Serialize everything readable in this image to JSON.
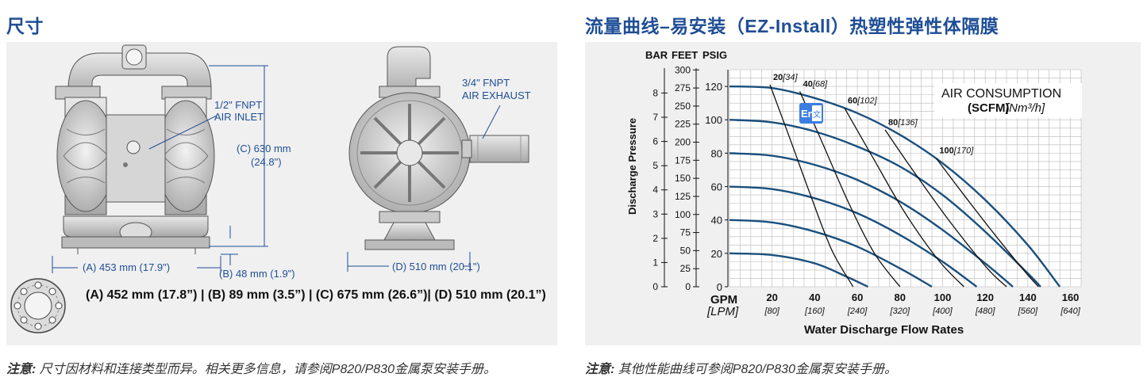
{
  "headings": {
    "left": "尺寸",
    "right": "流量曲线–易安装（EZ-Install）热塑性弹性体隔膜"
  },
  "dimensions": {
    "air_inlet": [
      "1/2\" FNPT",
      "AIR INLET"
    ],
    "air_exhaust": [
      "3/4\" FNPT",
      "AIR EXHAUST"
    ],
    "dim_a": "(A) 453 mm (17.9\")",
    "dim_b": "(B) 48 mm (1.9\")",
    "dim_c": [
      "(C) 630 mm",
      "(24.8\")"
    ],
    "dim_d": "(D) 510 mm (20.1\")",
    "summary": "(A) 452 mm (17.8”) | (B) 89 mm (3.5”) | (C) 675 mm (26.6”)| (D) 510 mm (20.1”)"
  },
  "notes": {
    "left_label": "注意:",
    "left_text": " 尺寸因材料和连接类型而异。相关更多信息，请参阅P820/P830金属泵安装手册。",
    "right_label": "注意:",
    "right_text": " 其他性能曲线可参阅P820/P830金属泵安装手册。"
  },
  "overlay_icon": {
    "name": "en-translate-icon",
    "text": "En",
    "sub": "文"
  },
  "chart_data": {
    "type": "line",
    "axis_headers": {
      "bar": "BAR",
      "feet": "FEET",
      "psig": "PSIG"
    },
    "ylabel": "Discharge Pressure",
    "xlabel": "Water Discharge Flow Rates",
    "x_unit_gpm": "GPM",
    "x_unit_lpm": "[LPM]",
    "x_ticks_gpm": [
      "20",
      "40",
      "60",
      "80",
      "100",
      "120",
      "140",
      "160"
    ],
    "x_ticks_lpm": [
      "[80]",
      "[160]",
      "[240]",
      "[320]",
      "[400]",
      "[480]",
      "[560]",
      "[640]"
    ],
    "bar_ticks": [
      "0",
      "1",
      "2",
      "3",
      "4",
      "5",
      "6",
      "7",
      "8"
    ],
    "feet_ticks": [
      "0",
      "25",
      "50",
      "75",
      "100",
      "125",
      "150",
      "175",
      "200",
      "225",
      "250",
      "275",
      "300"
    ],
    "psig_ticks": [
      "0",
      "20",
      "40",
      "60",
      "80",
      "100",
      "120"
    ],
    "xlim": [
      0,
      165
    ],
    "ylim": [
      0,
      130
    ],
    "grid": true,
    "air_consumption_title": [
      "AIR CONSUMPTION",
      "(SCFM)",
      "[Nm³/h]"
    ],
    "pressure_curves": [
      {
        "psig": 120,
        "points": [
          [
            0,
            120
          ],
          [
            20,
            119
          ],
          [
            40,
            113
          ],
          [
            60,
            104
          ],
          [
            80,
            91
          ],
          [
            100,
            74
          ],
          [
            120,
            52
          ],
          [
            140,
            25
          ],
          [
            155,
            0
          ]
        ]
      },
      {
        "psig": 100,
        "points": [
          [
            0,
            100
          ],
          [
            20,
            98.5
          ],
          [
            40,
            93
          ],
          [
            60,
            84
          ],
          [
            80,
            72
          ],
          [
            100,
            55
          ],
          [
            120,
            33
          ],
          [
            140,
            8
          ],
          [
            146,
            0
          ]
        ]
      },
      {
        "psig": 80,
        "points": [
          [
            0,
            80
          ],
          [
            20,
            78.5
          ],
          [
            40,
            73
          ],
          [
            60,
            64
          ],
          [
            80,
            51
          ],
          [
            100,
            34
          ],
          [
            120,
            14
          ],
          [
            133,
            0
          ]
        ]
      },
      {
        "psig": 60,
        "points": [
          [
            0,
            60
          ],
          [
            20,
            58.5
          ],
          [
            40,
            53
          ],
          [
            60,
            44
          ],
          [
            80,
            31
          ],
          [
            100,
            15
          ],
          [
            116,
            0
          ]
        ]
      },
      {
        "psig": 40,
        "points": [
          [
            0,
            40
          ],
          [
            20,
            38.5
          ],
          [
            40,
            33
          ],
          [
            60,
            24
          ],
          [
            80,
            11
          ],
          [
            95,
            0
          ]
        ]
      },
      {
        "psig": 20,
        "points": [
          [
            0,
            20
          ],
          [
            20,
            19
          ],
          [
            40,
            14
          ],
          [
            55,
            6
          ],
          [
            65,
            0
          ]
        ]
      }
    ],
    "air_curves": [
      {
        "scfm": "20",
        "nm3h": "[34]",
        "points": [
          [
            19,
            121
          ],
          [
            28,
            90
          ],
          [
            38,
            55
          ],
          [
            48,
            22
          ],
          [
            58,
            0
          ]
        ]
      },
      {
        "scfm": "40",
        "nm3h": "[68]",
        "points": [
          [
            33,
            117
          ],
          [
            44,
            85
          ],
          [
            56,
            50
          ],
          [
            68,
            20
          ],
          [
            80,
            0
          ]
        ]
      },
      {
        "scfm": "60",
        "nm3h": "[102]",
        "points": [
          [
            54,
            107
          ],
          [
            67,
            78
          ],
          [
            82,
            45
          ],
          [
            98,
            16
          ],
          [
            110,
            0
          ]
        ]
      },
      {
        "scfm": "80",
        "nm3h": "[136]",
        "points": [
          [
            73,
            94
          ],
          [
            87,
            68
          ],
          [
            104,
            38
          ],
          [
            121,
            11
          ],
          [
            130,
            0
          ]
        ]
      },
      {
        "scfm": "100",
        "nm3h": "[170]",
        "points": [
          [
            97,
            77
          ],
          [
            110,
            55
          ],
          [
            124,
            32
          ],
          [
            138,
            10
          ],
          [
            145,
            0
          ]
        ]
      }
    ]
  },
  "colors": {
    "heading": "#1f4e96",
    "panel_bg": "#f0f0f0",
    "curve": "#1a4f7d",
    "dim_line": "#1f4e96",
    "pump_fill": "#cfcfcf"
  }
}
